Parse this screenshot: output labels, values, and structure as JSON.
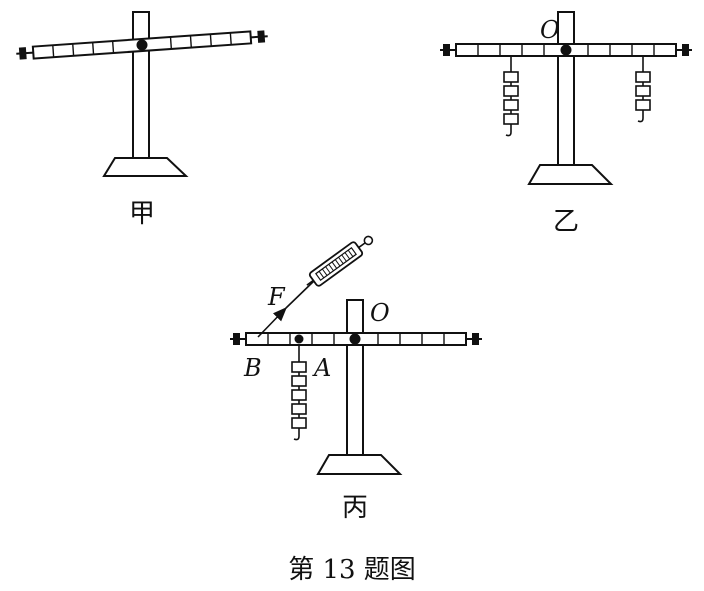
{
  "panels": {
    "jia": {
      "caption": "甲"
    },
    "yi": {
      "caption": "乙",
      "pivot_label": "O",
      "left_weights": 4,
      "right_weights": 3
    },
    "bing": {
      "caption": "丙",
      "pivot_label": "O",
      "point_a": "A",
      "point_b": "B",
      "force_label": "F",
      "weights": 5
    }
  },
  "figure_caption": "第 13 题图",
  "colors": {
    "ink": "#111111",
    "background": "#ffffff"
  }
}
